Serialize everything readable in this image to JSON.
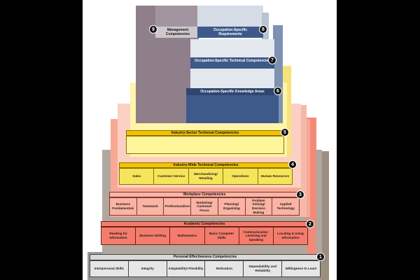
{
  "tiers": {
    "t1": {
      "number": "1",
      "title": "Personal Effectiveness Competencies",
      "items": [
        "Interpersonal Skills",
        "Integrity",
        "Adaptability/ Flexibility",
        "Motivation",
        "Dependability and Reliability",
        "Willingness to Learn"
      ]
    },
    "t2": {
      "number": "2",
      "title": "Academic Competencies",
      "items": [
        "Reading for Information",
        "Business Writing",
        "Mathematics",
        "Basic Computer Skills",
        "Communication: Listening and Speaking",
        "Locating & Using Information"
      ]
    },
    "t3": {
      "number": "3",
      "title": "Workplace Competencies",
      "items": [
        "Business Fundamentals",
        "Teamwork",
        "Professionalism",
        "Marketing/ Customer Focus",
        "Planning/ Organizing",
        "Problem Solving/ Decision Making",
        "Applied Technology"
      ]
    },
    "t4": {
      "number": "4",
      "title": "Industry-Wide Technical Competencies",
      "items": [
        "Sales",
        "Customer Service",
        "Merchandising/ Retailing",
        "Operations",
        "Human Resources"
      ]
    },
    "t5": {
      "number": "5",
      "title": "Industry-Sector Technical Competencies"
    },
    "t6": {
      "number": "6",
      "title": "Occupation-Specific Knowledge Areas"
    },
    "t7": {
      "number": "7",
      "title": "Occupation-Specific Technical Competencies"
    },
    "t8": {
      "number": "8",
      "title": "Occupation-Specific Requirements"
    },
    "t9": {
      "number": "9",
      "title": "Management Competencies"
    }
  },
  "colors": {
    "tier1": "#d9d9d9",
    "tier2": "#f47c6c",
    "tier3": "#fbb3a4",
    "tier4": "#f6e45a",
    "tier5": "#fff59a",
    "tier6": "#3d5a8a",
    "tier9": "#8f7f8b",
    "tier8": "#d6dce6",
    "band_yellow": "#f3c300"
  }
}
